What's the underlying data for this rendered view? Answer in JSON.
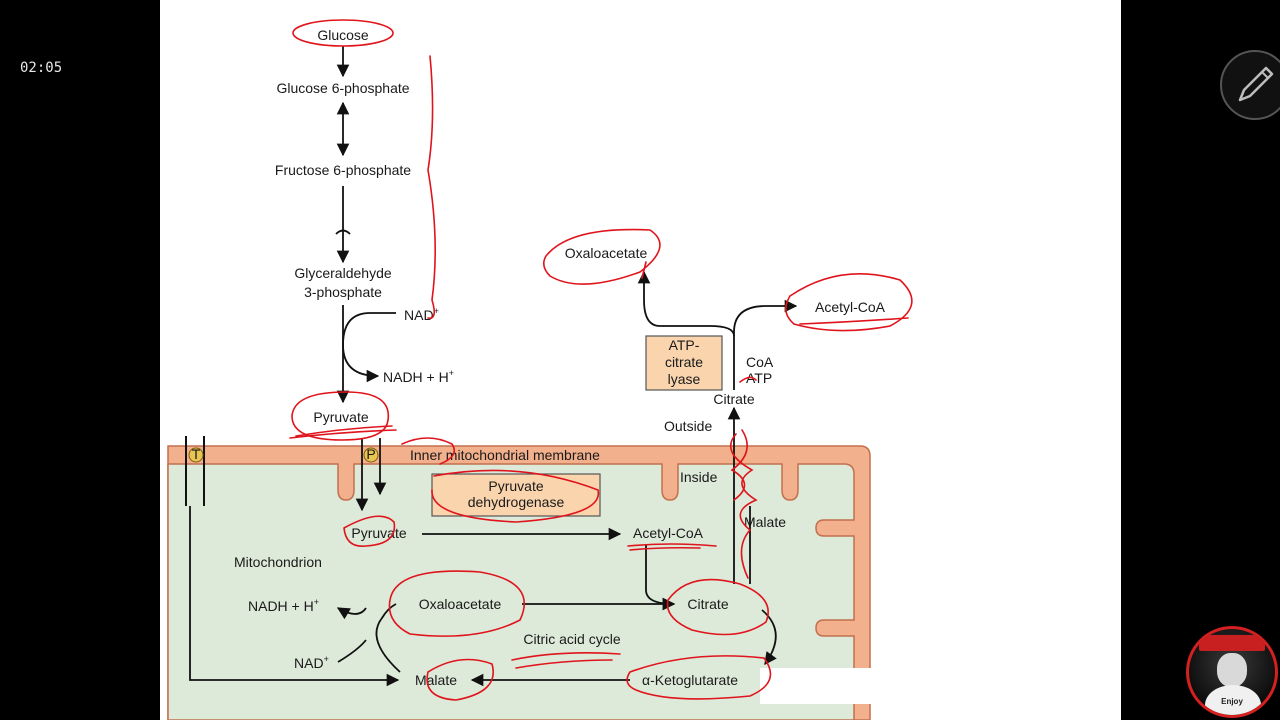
{
  "overlay": {
    "timer": "02:05",
    "channel_tag": "Enjoy"
  },
  "diagram": {
    "glycolysis": {
      "glucose": "Glucose",
      "glucose6p": "Glucose 6-phosphate",
      "fructose6p": "Fructose 6-phosphate",
      "g3p_line1": "Glyceraldehyde",
      "g3p_line2": "3-phosphate",
      "nad": "NAD",
      "nadh": "NADH + H",
      "pyruvate_cyto": "Pyruvate"
    },
    "membrane": {
      "label": "Inner mitochondrial membrane",
      "transporter_t": "T",
      "transporter_p": "P",
      "outside": "Outside",
      "inside": "Inside"
    },
    "mito": {
      "label": "Mitochondrion",
      "pyruvate": "Pyruvate",
      "pdh_line1": "Pyruvate",
      "pdh_line2": "dehydrogenase",
      "acetylcoa": "Acetyl-CoA",
      "oxaloacetate": "Oxaloacetate",
      "citrate": "Citrate",
      "cycle_label": "Citric acid cycle",
      "akg": "α-Ketoglutarate",
      "malate": "Malate",
      "nadh": "NADH + H",
      "nad": "NAD",
      "malate_transport": "Malate"
    },
    "cytosol_right": {
      "citrate": "Citrate",
      "coa": "CoA",
      "atp": "ATP",
      "lyase_line1": "ATP-",
      "lyase_line2": "citrate",
      "lyase_line3": "lyase",
      "oxaloacetate": "Oxaloacetate",
      "acetylcoa": "Acetyl-CoA"
    },
    "superscript_plus": "+"
  },
  "colors": {
    "membrane_fill": "#f2b08c",
    "membrane_stroke": "#c2704e",
    "matrix_fill": "#dde9d9",
    "enzyme_box": "#f9d4ad",
    "annotation_red": "#e0141c"
  }
}
